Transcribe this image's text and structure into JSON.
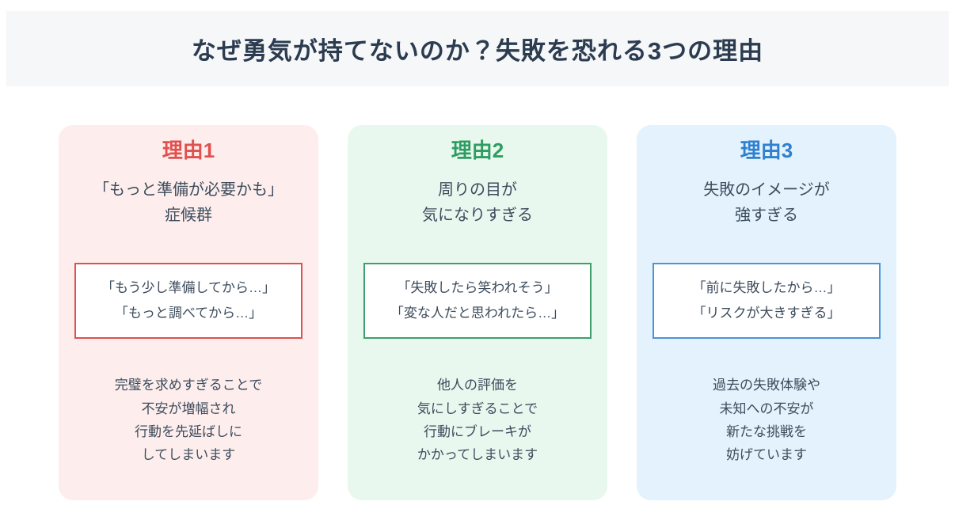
{
  "header": {
    "title": "なぜ勇気が持てないのか？失敗を恐れる3つの理由"
  },
  "colors": {
    "header_background": "#f6f7f9",
    "title_text": "#2c3c50",
    "body_text": "#3d4c5c",
    "card1_background": "#fdeeed",
    "card1_accent": "#e2504e",
    "card2_background": "#e9f8ef",
    "card2_accent": "#2e9d62",
    "card3_background": "#e3f2fc",
    "card3_accent": "#2f80d0"
  },
  "cards": [
    {
      "label": "理由1",
      "subtitle": "「もっと準備が必要かも」\n症候群",
      "quote": "「もう少し準備してから…」\n「もっと調べてから…」",
      "description": "完璧を求めすぎることで\n不安が増幅され\n行動を先延ばしに\nしてしまいます"
    },
    {
      "label": "理由2",
      "subtitle": "周りの目が\n気になりすぎる",
      "quote": "「失敗したら笑われそう」\n「変な人だと思われたら…」",
      "description": "他人の評価を\n気にしすぎることで\n行動にブレーキが\nかかってしまいます"
    },
    {
      "label": "理由3",
      "subtitle": "失敗のイメージが\n強すぎる",
      "quote": "「前に失敗したから…」\n「リスクが大きすぎる」",
      "description": "過去の失敗体験や\n未知への不安が\n新たな挑戦を\n妨げています"
    }
  ]
}
